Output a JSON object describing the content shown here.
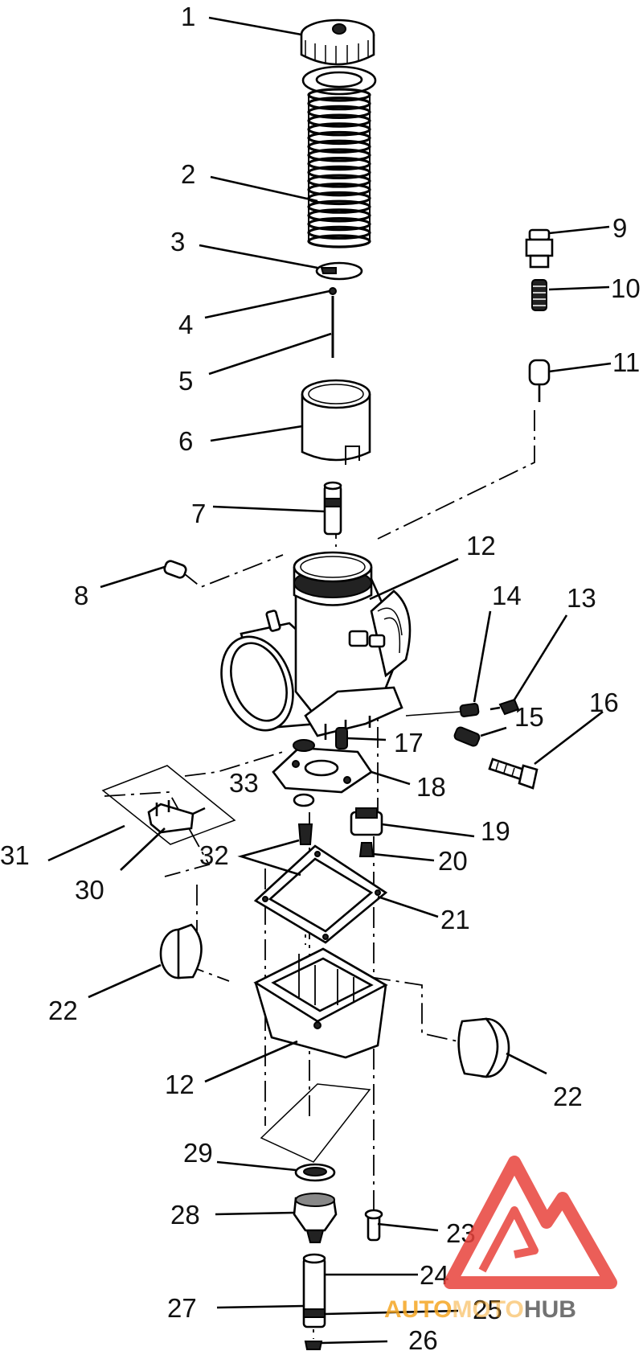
{
  "labels": {
    "l1": "1",
    "l2": "2",
    "l3": "3",
    "l4": "4",
    "l5": "5",
    "l6": "6",
    "l7": "7",
    "l8": "8",
    "l9": "9",
    "l10": "10",
    "l11": "11",
    "l12a": "12",
    "l12b": "12",
    "l13": "13",
    "l14": "14",
    "l15": "15",
    "l16": "16",
    "l17": "17",
    "l18": "18",
    "l19": "19",
    "l20": "20",
    "l21": "21",
    "l22a": "22",
    "l22b": "22",
    "l23": "23",
    "l24": "24",
    "l25": "25",
    "l26": "26",
    "l27": "27",
    "l28": "28",
    "l29": "29",
    "l30": "30",
    "l31": "31",
    "l32": "32",
    "l33": "33"
  },
  "watermark": {
    "part1": "AUTO",
    "part2": "MOTO",
    "part3": "HUB",
    "colors": {
      "red": "#e8433c",
      "orange": "#f5a623",
      "gray": "#5a5a5a"
    }
  }
}
